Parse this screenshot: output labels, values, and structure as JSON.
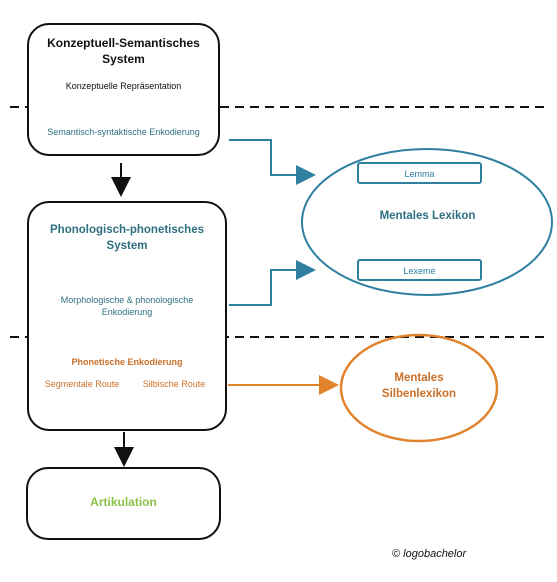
{
  "boxes": {
    "konzeptuell": {
      "title": "Konzeptuell-Semantisches System",
      "subtitle": "Konzeptuelle Repräsentation",
      "process": "Semantisch-syntaktische Enkodierung"
    },
    "phonologisch": {
      "title": "Phonologisch-phonetisches System",
      "process": "Morphologische & phonologische Enkodierung",
      "phonetic_title": "Phonetische Enkodierung",
      "route_segmental": "Segmentale Route",
      "route_syllabic": "Silbische Route"
    },
    "artikulation": {
      "title": "Artikulation"
    }
  },
  "lexicon": {
    "title": "Mentales Lexikon",
    "lemma": "Lemma",
    "lexeme": "Lexeme"
  },
  "syllable_lexicon": {
    "title": "Mentales Silbenlexikon"
  },
  "copyright": "© logobachelor",
  "colors": {
    "black": "#111111",
    "teal": "#2f6f80",
    "blue": "#2e7fa0",
    "orange": "#e0832c",
    "orange_text": "#c8702a",
    "green": "#8cc24a"
  }
}
